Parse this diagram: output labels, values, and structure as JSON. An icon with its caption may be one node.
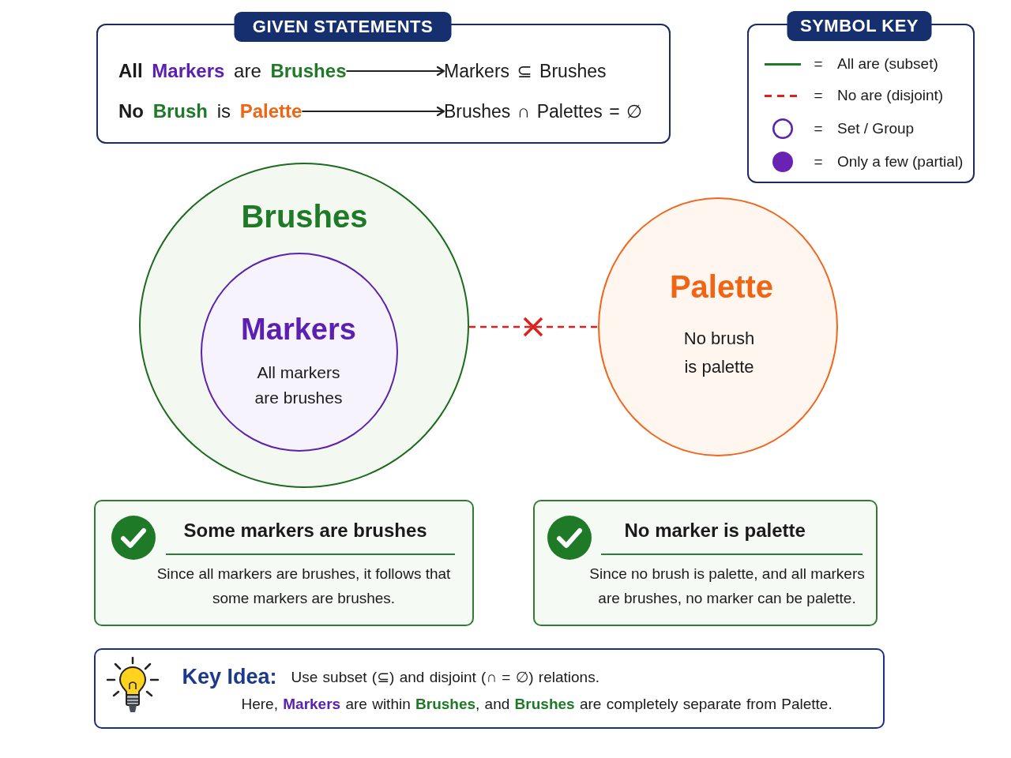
{
  "diagram": {
    "nodes": [
      {
        "text": [
          "GIVEN STATEMENTS"
        ]
      },
      {
        "text": [
          "**All** **Markers** are **Brushes**"
        ],
        "in": 0
      },
      {
        "text": [
          "Markers ⊆ Brushes"
        ],
        "in": 0
      },
      {
        "text": [
          "**No** **Brush** is **Palette**"
        ],
        "in": 0
      },
      {
        "text": [
          "Brushes ∩ Palettes = ∅"
        ],
        "in": 0
      },
      {
        "text": [
          "Brushes"
        ]
      },
      {
        "text": [
          "Markers",
          "All markers are brushes"
        ],
        "in": 5
      },
      {
        "text": [
          "Palette",
          "No brush is palette"
        ]
      },
      {
        "text": [
          "Some markers are brushes",
          "Since all markers are brushes, it follows that some markers are brushes."
        ]
      },
      {
        "text": [
          "No marker is palette",
          "Since no brush is palette, and all markers are brushes, no marker can be palette."
        ]
      },
      {
        "text": [
          "Key Idea:",
          "Use subset (⊆) and disjoint (∩ = ∅) relations.",
          "Here, **Markers** are within **Brushes**, and **Brushes** are completely separate from Palette."
        ]
      }
    ],
    "edges": [
      {
        "from": 1,
        "to": 2,
        "arrow": "to"
      },
      {
        "from": 3,
        "to": 4,
        "arrow": "to"
      },
      {
        "from": 5,
        "to": 7,
        "arrow": "none",
        "style": "dashed",
        "color": "#e0201c"
      }
    ],
    "labels": [
      "SYMBOL KEY",
      "=",
      "=",
      "=",
      "="
    ],
    "legend": [
      {
        "text": "All are (subset)"
      },
      {
        "text": "No are (disjoint)"
      },
      {
        "text": "Set / Group"
      },
      {
        "text": "Only a few (partial)",
        "color": "#6a22b5"
      }
    ]
  }
}
